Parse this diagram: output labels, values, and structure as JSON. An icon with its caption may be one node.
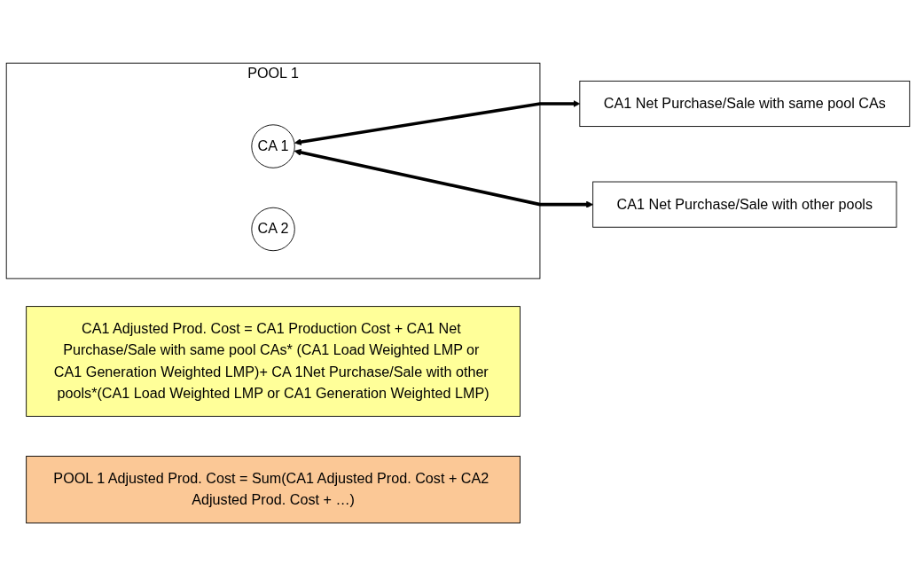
{
  "diagram": {
    "nodes": [
      {
        "text": [
          "POOL 1"
        ]
      },
      {
        "text": [
          "CA 1"
        ],
        "in": 0
      },
      {
        "text": [
          "CA 2"
        ],
        "in": 0
      },
      {
        "text": [
          "CA1 Net Purchase/Sale with same pool CAs"
        ]
      },
      {
        "text": [
          "CA1 Net Purchase/Sale with other pools"
        ]
      },
      {
        "text": [
          "CA1 Adjusted Prod. Cost = CA1 Production Cost + CA1 Net Purchase/Sale with same pool CAs* (CA1 Load Weighted LMP or CA1 Generation Weighted LMP)+ CA 1Net Purchase/Sale with other pools*(CA1 Load Weighted LMP or CA1 Generation Weighted LMP)"
        ]
      },
      {
        "text": [
          "POOL 1 Adjusted Prod. Cost = Sum(CA1 Adjusted Prod. Cost + CA2 Adjusted Prod. Cost + …)"
        ]
      }
    ],
    "edges": [
      {
        "from": 1,
        "to": 3,
        "arrow": "both"
      },
      {
        "from": 1,
        "to": 4,
        "arrow": "both"
      }
    ]
  }
}
